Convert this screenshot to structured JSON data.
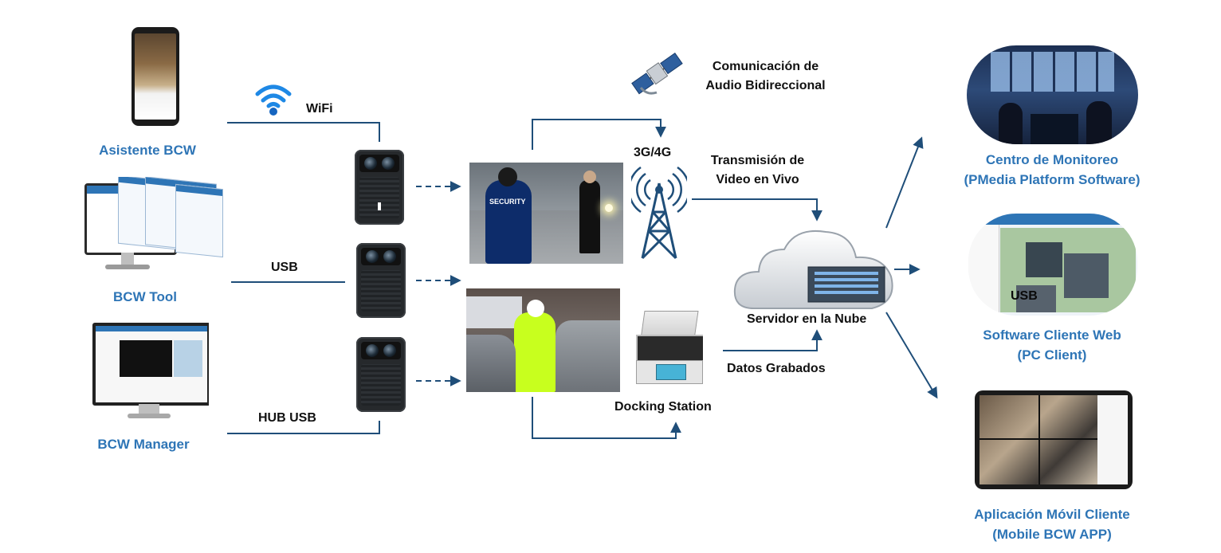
{
  "sources": {
    "app": "Asistente BCW",
    "tool": "BCW Tool",
    "manager": "BCW Manager"
  },
  "links": {
    "wifi": "WiFi",
    "usb": "USB",
    "hub_usb": "HUB USB"
  },
  "middle": {
    "audio_line1": "Comunicación de",
    "audio_line2": "Audio Bidireccional",
    "network": "3G/4G",
    "video_line1": "Transmisión de",
    "video_line2": "Video en Vivo",
    "docking": "Docking Station",
    "recorded": "Datos Grabados",
    "cloud": "Servidor en la Nube"
  },
  "clients": {
    "monitor_line1": "Centro de Monitoreo",
    "monitor_line2": "(PMedia Platform Software)",
    "web_line1": "Software Cliente Web",
    "web_line2": "(PC Client)",
    "web_overlay": "USB",
    "mobile_line1": "Aplicación Móvil Cliente",
    "mobile_line2": "(Mobile BCW APP)"
  },
  "images": {
    "security_text": "SECURITY"
  },
  "colors": {
    "label_blue": "#2e75b6",
    "line": "#1f4e79"
  },
  "icons": [
    "smartphone-icon",
    "wifi-icon",
    "satellite-icon",
    "antenna-tower-icon",
    "cloud-server-icon",
    "docking-station-icon",
    "body-camera-icon"
  ]
}
